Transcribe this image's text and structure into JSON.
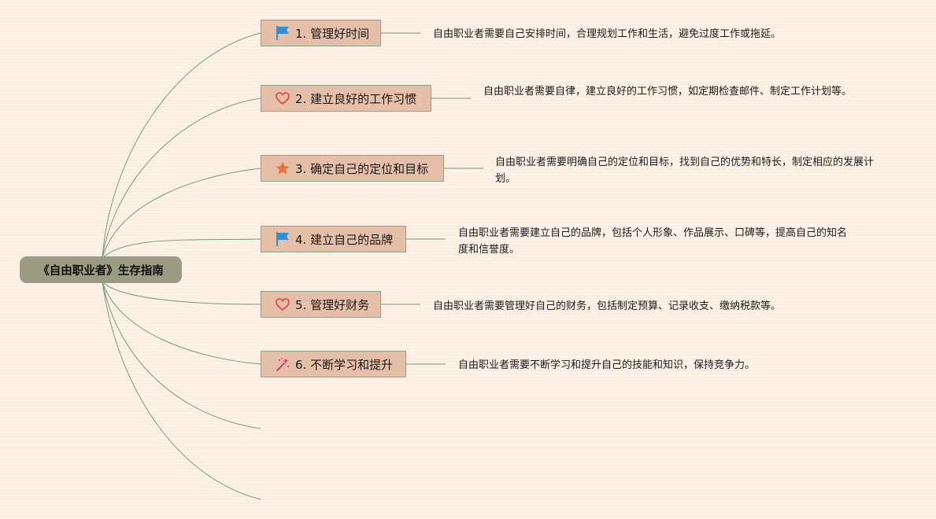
{
  "root": {
    "label": "《自由职业者》生存指南"
  },
  "topics": [
    {
      "label": "1. 管理好时间",
      "icon": "flag-icon",
      "description": "自由职业者需要自己安排时间，合理规划工作和生活，避免过度工作或拖延。"
    },
    {
      "label": "2. 建立良好的工作习惯",
      "icon": "heart-icon",
      "description": "自由职业者需要自律，建立良好的工作习惯，如定期检查邮件、制定工作计划等。"
    },
    {
      "label": "3. 确定自己的定位和目标",
      "icon": "star-icon",
      "description": "自由职业者需要明确自己的定位和目标，找到自己的优势和特长，制定相应的发展计划。"
    },
    {
      "label": "4. 建立自己的品牌",
      "icon": "flag-icon",
      "description": "自由职业者需要建立自己的品牌，包括个人形象、作品展示、口碑等，提高自己的知名度和信誉度。"
    },
    {
      "label": "5. 管理好财务",
      "icon": "heart-icon",
      "description": "自由职业者需要管理好自己的财务，包括制定预算、记录收支、缴纳税款等。"
    },
    {
      "label": "6. 不断学习和提升",
      "icon": "sparkle-wand-icon",
      "description": "自由职业者需要不断学习和提升自己的技能和知识，保持竞争力。"
    }
  ],
  "colors": {
    "background": "#fdf1e6",
    "root_fill": "#9a9d82",
    "topic_fill": "#e6bfa9",
    "topic_border": "#8aa58f",
    "connector": "#6f9a86",
    "flag": "#2f8fd8",
    "heart": "#e0423a",
    "star": "#e8733a",
    "sparkle": "#e23a6a"
  }
}
